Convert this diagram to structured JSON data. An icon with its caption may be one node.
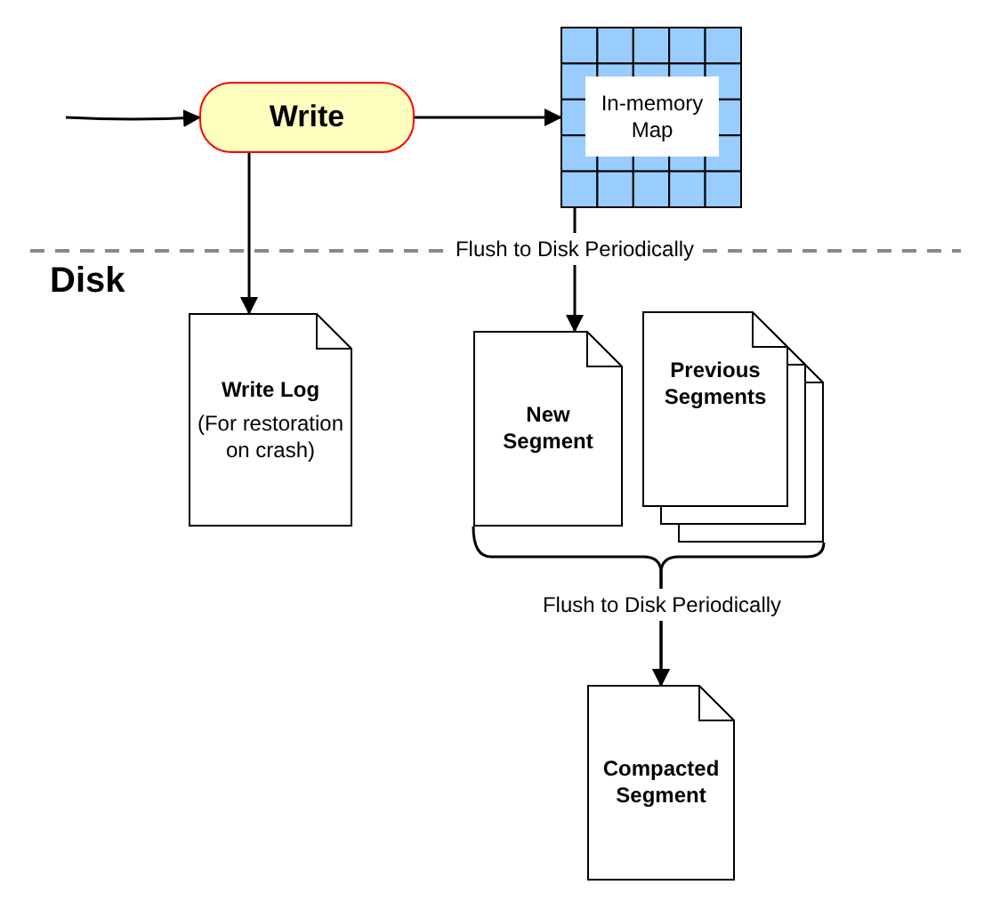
{
  "diagram": {
    "nodes": [
      {
        "text": [
          "Write"
        ]
      },
      {
        "text": [
          "In-memory Map"
        ]
      },
      {
        "text": [
          "Write Log",
          "(For restoration on crash)"
        ]
      },
      {
        "text": [
          "New Segment"
        ]
      },
      {
        "text": [
          "Previous Segments"
        ]
      },
      {
        "text": [
          "Compacted Segment"
        ]
      }
    ],
    "edges": [
      {
        "from": null,
        "to": 0,
        "arrow": "to"
      },
      {
        "from": 0,
        "to": 1,
        "arrow": "to"
      },
      {
        "from": 0,
        "to": 2,
        "arrow": "to"
      },
      {
        "from": 1,
        "to": 3,
        "arrow": "to",
        "label": "Flush to Disk Periodically"
      },
      {
        "from": 3,
        "to": 5,
        "arrow": "to",
        "label": "Flush to Disk Periodically"
      },
      {
        "from": 4,
        "to": 5,
        "arrow": "to"
      }
    ],
    "labels": [
      "Disk"
    ]
  }
}
